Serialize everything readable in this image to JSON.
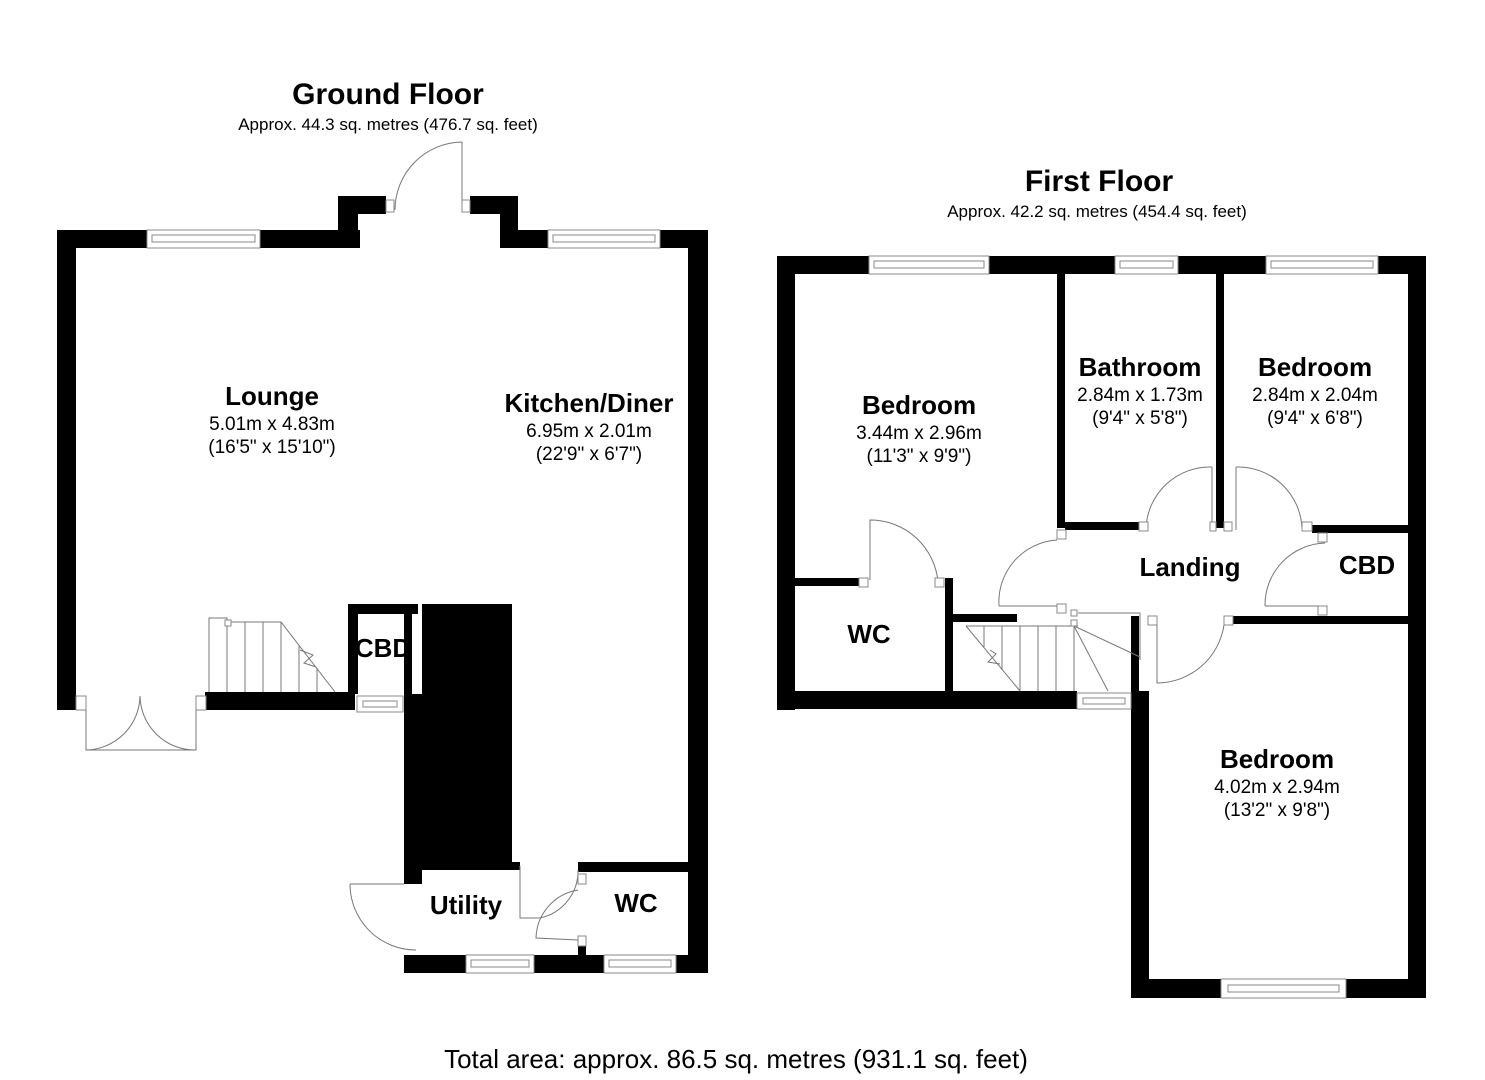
{
  "ground_floor": {
    "title": "Ground Floor",
    "area": "Approx. 44.3 sq. metres (476.7 sq. feet)",
    "rooms": [
      {
        "name": "Lounge",
        "metric": "5.01m x 4.83m",
        "imperial": "(16'5\" x 15'10\")"
      },
      {
        "name": "Kitchen/Diner",
        "metric": "6.95m x 2.01m",
        "imperial": "(22'9\" x 6'7\")"
      },
      {
        "name": "CBD",
        "metric": "",
        "imperial": ""
      },
      {
        "name": "Utility",
        "metric": "",
        "imperial": ""
      },
      {
        "name": "WC",
        "metric": "",
        "imperial": ""
      }
    ]
  },
  "first_floor": {
    "title": "First Floor",
    "area": "Approx. 42.2 sq. metres (454.4 sq. feet)",
    "rooms": [
      {
        "name": "Bedroom",
        "metric": "3.44m x 2.96m",
        "imperial": "(11'3\" x 9'9\")"
      },
      {
        "name": "Bathroom",
        "metric": "2.84m x 1.73m",
        "imperial": "(9'4\" x 5'8\")"
      },
      {
        "name": "Bedroom",
        "metric": "2.84m x 2.04m",
        "imperial": "(9'4\" x 6'8\")"
      },
      {
        "name": "Landing",
        "metric": "",
        "imperial": ""
      },
      {
        "name": "CBD",
        "metric": "",
        "imperial": ""
      },
      {
        "name": "WC",
        "metric": "",
        "imperial": ""
      },
      {
        "name": "Bedroom",
        "metric": "4.02m x 2.94m",
        "imperial": "(13'2\" x 9'8\")"
      }
    ]
  },
  "total_area": "Total area: approx. 86.5 sq. metres (931.1 sq. feet)",
  "colors": {
    "wall": "#000000",
    "background": "#ffffff",
    "line": "#777777"
  }
}
